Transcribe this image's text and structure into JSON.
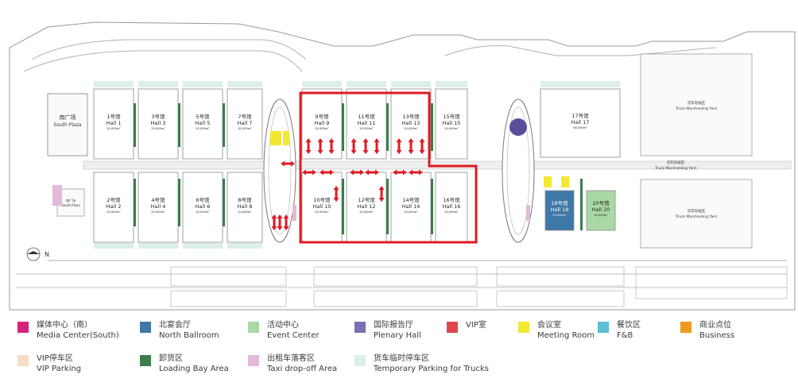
{
  "halls": [
    {
      "zh": "1号馆",
      "en": "Hall 1",
      "area": "20,000m²"
    },
    {
      "zh": "3号馆",
      "en": "Hall 3",
      "area": "20,000m²"
    },
    {
      "zh": "5号馆",
      "en": "Hall 5",
      "area": "20,000m²"
    },
    {
      "zh": "7号馆",
      "en": "Hall 7",
      "area": "20,000m²"
    },
    {
      "zh": "2号馆",
      "en": "Hall 2",
      "area": "20,000m²"
    },
    {
      "zh": "4号馆",
      "en": "Hall 4",
      "area": "20,000m²"
    },
    {
      "zh": "6号馆",
      "en": "Hall 6",
      "area": "20,000m²"
    },
    {
      "zh": "8号馆",
      "en": "Hall 8",
      "area": "20,000m²"
    },
    {
      "zh": "9号馆",
      "en": "Hall 9",
      "area": "20,000m²"
    },
    {
      "zh": "11号馆",
      "en": "Hall 11",
      "area": "20,000m²"
    },
    {
      "zh": "13号馆",
      "en": "Hall 13",
      "area": "20,000m²"
    },
    {
      "zh": "15号馆",
      "en": "Hall 15",
      "area": "20,000m²"
    },
    {
      "zh": "10号馆",
      "en": "Hall 10",
      "area": "20,000m²"
    },
    {
      "zh": "12号馆",
      "en": "Hall 12",
      "area": "20,000m²"
    },
    {
      "zh": "14号馆",
      "en": "Hall 14",
      "area": "20,000m²"
    },
    {
      "zh": "16号馆",
      "en": "Hall 16",
      "area": "20,000m²"
    },
    {
      "zh": "17号馆",
      "en": "Hall 17",
      "area": "46,000m²"
    },
    {
      "zh": "18号馆",
      "en": "Hall 18",
      "area": "10,000m²"
    },
    {
      "zh": "20号馆",
      "en": "Hall 20",
      "area": "10,000m²"
    }
  ],
  "areas": {
    "south_plaza_zh": "南广场",
    "south_plaza_en": "South Plaza",
    "south_plaza_small_zh": "南广场",
    "south_plaza_small_en": "South Plaza",
    "truck_yard_1_zh": "货车轮候区",
    "truck_yard_1_en": "Truck Marshanling Yard",
    "truck_yard_2_zh": "货车轮候区",
    "truck_yard_2_en": "Truck Marshanling Yard",
    "truck_yard_3_zh": "货车轮候区",
    "truck_yard_3_en": "Truck Marshanling Yard",
    "north_mark": "N"
  },
  "legend": [
    {
      "zh": "媒体中心（南）",
      "en": "Media Center(South)",
      "color": "#d6237a"
    },
    {
      "zh": "北宴会厅",
      "en": "North Ballroom",
      "color": "#3f78a6"
    },
    {
      "zh": "活动中心",
      "en": "Event Center",
      "color": "#a9d9a4"
    },
    {
      "zh": "国际报告厅",
      "en": "Plenary Hall",
      "color": "#7b6fb6"
    },
    {
      "zh": "VIP室",
      "en": "",
      "color": "#e0474c"
    },
    {
      "zh": "会议室",
      "en": "Meeting Room",
      "color": "#f3e733"
    },
    {
      "zh": "餐饮区",
      "en": "F&B",
      "color": "#5dbfd2"
    },
    {
      "zh": "商业点位",
      "en": "Business",
      "color": "#f29a1f"
    },
    {
      "zh": "VIP停车区",
      "en": "VIP Parking",
      "color": "#f6dcc4"
    },
    {
      "zh": "卸货区",
      "en": "Loading Bay Area",
      "color": "#3b7d4c"
    },
    {
      "zh": "出租车落客区",
      "en": "Taxi drop-off Area",
      "color": "#e4b9da"
    },
    {
      "zh": "货车临时停车区",
      "en": "Temporary Parking for Trucks",
      "color": "#dcefe9"
    }
  ],
  "colors": {
    "highlight_outline": "#e01b24",
    "arrow": "#e01b24",
    "loading_bay": "#3b7d4c",
    "line": "#8a8a8a",
    "hall_18": "#3f78a6",
    "hall_20": "#a9d9a4",
    "meeting": "#f3e733",
    "taxi": "#e4b9da",
    "temp_truck": "#dcefe9"
  }
}
